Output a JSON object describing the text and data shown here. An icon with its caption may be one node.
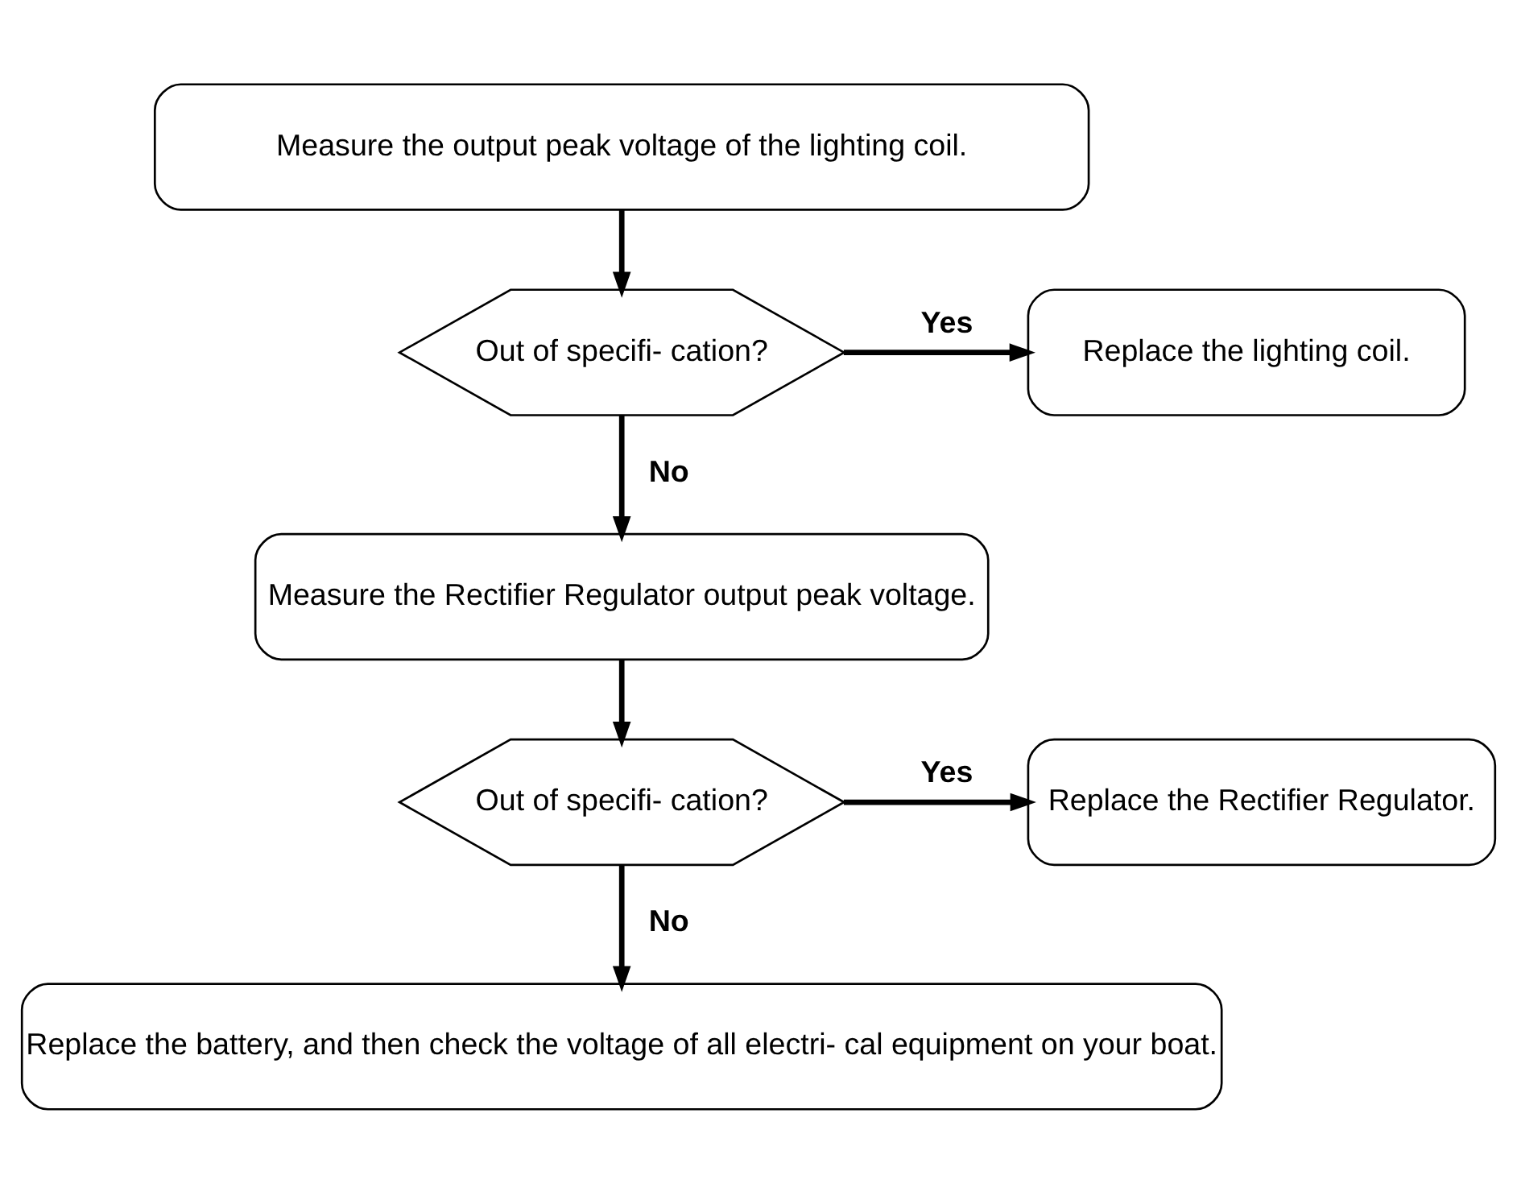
{
  "diagram": {
    "nodes": [
      {
        "text": [
          "Measure the output peak voltage of the lighting coil."
        ]
      },
      {
        "text": [
          "Out of specifi- cation?"
        ]
      },
      {
        "text": [
          "Replace the lighting coil."
        ]
      },
      {
        "text": [
          "Measure the Rectifier Regulator output peak voltage."
        ]
      },
      {
        "text": [
          "Out of specifi- cation?"
        ]
      },
      {
        "text": [
          "Replace the Rectifier Regulator."
        ]
      },
      {
        "text": [
          "Replace the battery, and then check the voltage of all electri- cal equipment on your boat."
        ]
      }
    ],
    "edges": [
      {
        "from": 0,
        "to": 1,
        "arrow": "to"
      },
      {
        "from": 1,
        "to": 2,
        "arrow": "to",
        "label": "Yes"
      },
      {
        "from": 1,
        "to": 3,
        "arrow": "to",
        "label": "No"
      },
      {
        "from": 3,
        "to": 4,
        "arrow": "to"
      },
      {
        "from": 4,
        "to": 5,
        "arrow": "to",
        "label": "Yes"
      },
      {
        "from": 4,
        "to": 6,
        "arrow": "to",
        "label": "No"
      }
    ]
  }
}
